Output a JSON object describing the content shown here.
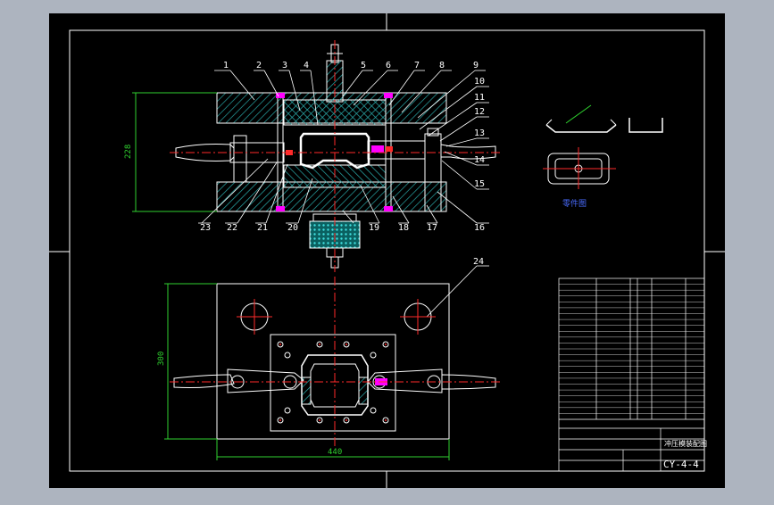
{
  "drawing": {
    "part_numbers": [
      "1",
      "2",
      "3",
      "4",
      "5",
      "6",
      "7",
      "8",
      "9",
      "10",
      "11",
      "12",
      "13",
      "14",
      "15",
      "16",
      "17",
      "18",
      "19",
      "20",
      "21",
      "22",
      "23",
      "24"
    ],
    "dimension_height": "228",
    "dimension_plan_height": "300",
    "dimension_plan_width": "440",
    "view_title": "零件图",
    "drawing_code": "CY-4-4",
    "title_block_name": "冲压模装配图"
  },
  "colors": {
    "background_outer": "#adb4bf",
    "sheet": "#000000",
    "border": "#ffffff",
    "outline": "#ffffff",
    "hatch": "#2aa9a9",
    "centerline": "#ff2a2a",
    "dimension": "#2fd12f",
    "leader": "#ffffff",
    "accent": "#ff00ff",
    "text_blue": "#4a6cff"
  }
}
